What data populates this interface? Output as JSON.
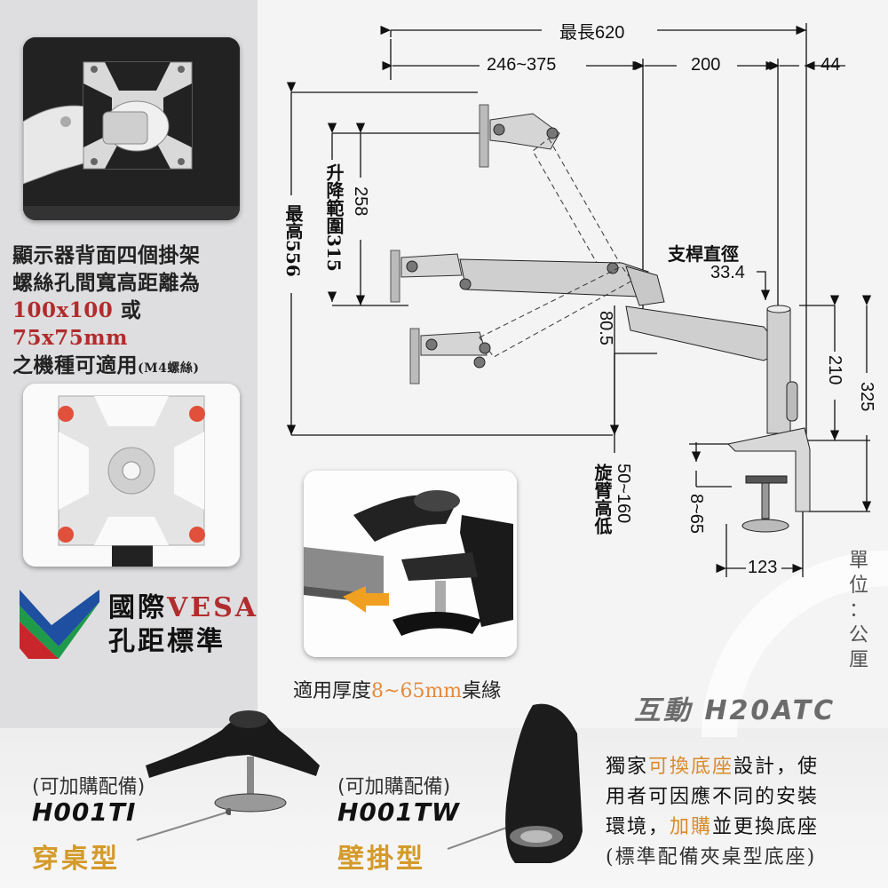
{
  "vesa": {
    "line1": "顯示器背面四個掛架",
    "line2": "螺絲孔間寬高距離為",
    "size1": "100x100",
    "or": "或",
    "size2": "75x75mm",
    "line4_main": "之機種可適用",
    "line4_small": "(M4螺絲)"
  },
  "standard": {
    "line1_a": "國際",
    "line1_b": "VESA",
    "line2": "孔距標準"
  },
  "dimensions": {
    "max_length": "最長620",
    "arm_range": "246~375",
    "seg_200": "200",
    "seg_44": "44",
    "max_height": "最高556",
    "lift_range": "升降範圍315",
    "h258": "258",
    "pole_label": "支桿直徑",
    "pole_value": "33.4",
    "h80_5": "80.5",
    "h210": "210",
    "h325": "325",
    "swivel_height": "旋臂高低",
    "swivel_range": "50~160",
    "clamp_range": "8~65",
    "w123": "123"
  },
  "clamp": {
    "caption_a": "適用厚度",
    "caption_b": "8~65mm",
    "caption_c": "桌緣"
  },
  "unit": [
    "單",
    "位",
    "：",
    "公",
    "厘"
  ],
  "brand": {
    "name": "互動",
    "model": "H20ATC"
  },
  "options": [
    {
      "tag": "(可加購配備)",
      "model": "H001TI",
      "type": "穿桌型"
    },
    {
      "tag": "(可加購配備)",
      "model": "H001TW",
      "type": "壁掛型"
    }
  ],
  "description": {
    "l1_a": "獨家",
    "l1_hl": "可換底座",
    "l1_b": "設計，使",
    "l2": "用者可因應不同的安裝",
    "l3_a": "環境，",
    "l3_hl": "加購",
    "l3_b": "並更換底座",
    "l4": "(標準配備夾桌型底座)"
  },
  "colors": {
    "accent_red": "#b12c2c",
    "accent_orange": "#d98a2c",
    "vesa_green": "#1f9a4a",
    "vesa_blue": "#1e4fa0"
  }
}
